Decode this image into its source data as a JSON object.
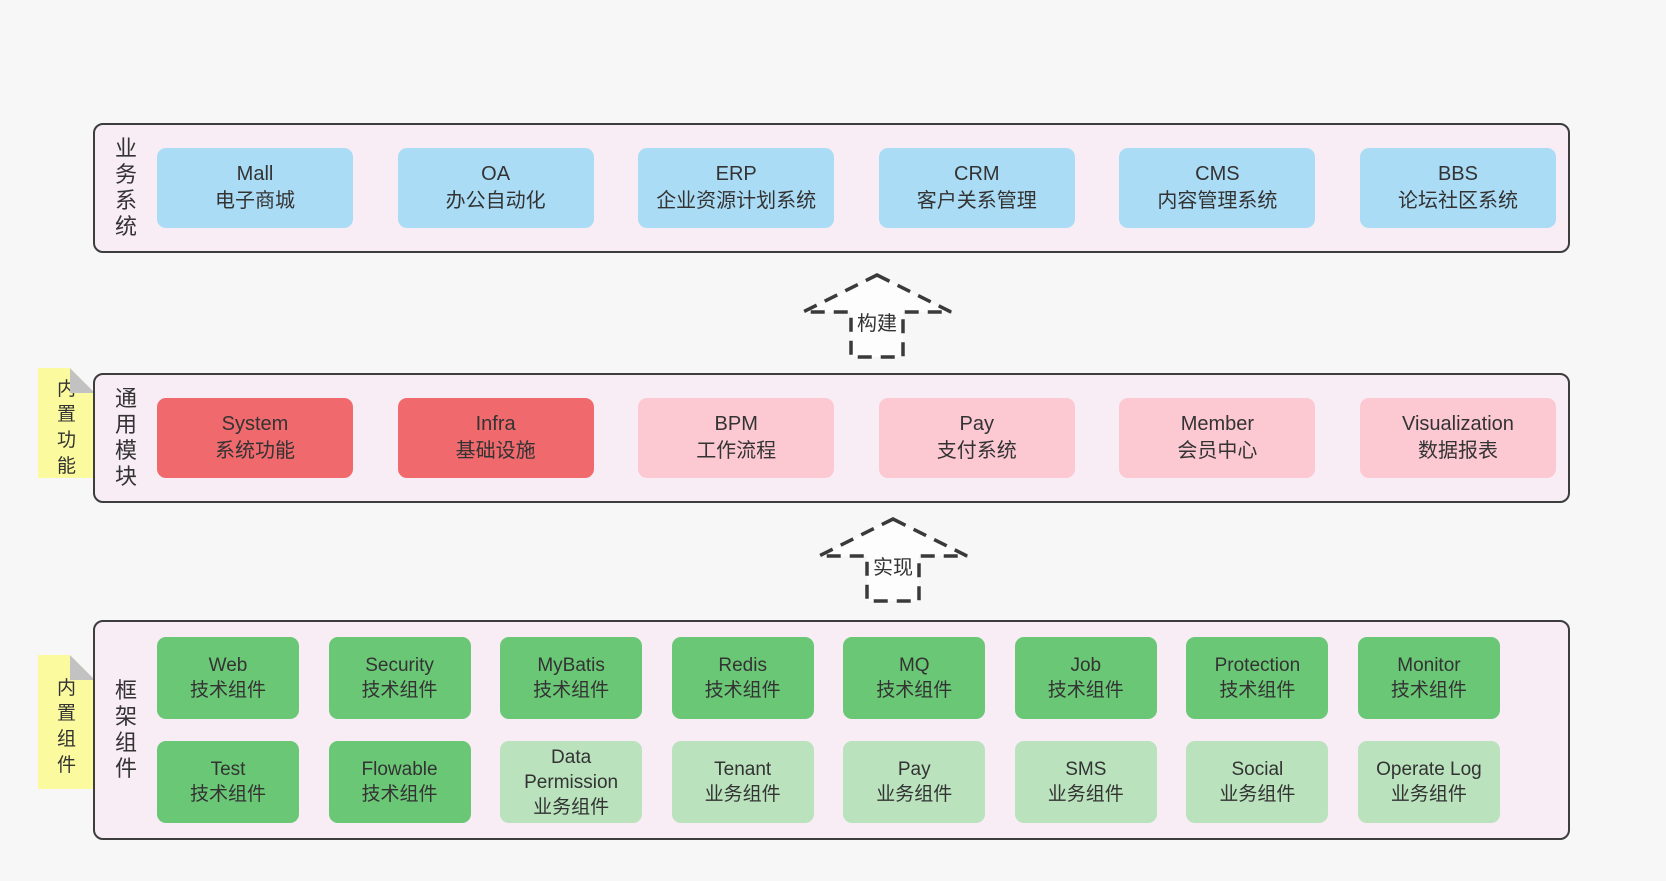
{
  "colors": {
    "page_bg": "#f7f7f7",
    "band_bg": "#f8ecf5",
    "band_border": "#3d3d3d",
    "blue_box": "#abdcf6",
    "red_box": "#ef696d",
    "pink_box": "#fcc9d3",
    "green_box": "#6ac776",
    "light_green_box": "#b9e2bd",
    "note_bg": "#fbfa9e",
    "note_fold": "#c2c2c2",
    "text": "#333333",
    "arrow_stroke": "#3a3a3a"
  },
  "business": {
    "label": "业务系统",
    "boxes": [
      {
        "title": "Mall",
        "subtitle": "电子商城"
      },
      {
        "title": "OA",
        "subtitle": "办公自动化"
      },
      {
        "title": "ERP",
        "subtitle": "企业资源计划系统"
      },
      {
        "title": "CRM",
        "subtitle": "客户关系管理"
      },
      {
        "title": "CMS",
        "subtitle": "内容管理系统"
      },
      {
        "title": "BBS",
        "subtitle": "论坛社区系统"
      }
    ]
  },
  "arrow_build": {
    "label": "构建"
  },
  "modules": {
    "label": "通用模块",
    "note": "内置功能",
    "boxes": [
      {
        "title": "System",
        "subtitle": "系统功能"
      },
      {
        "title": "Infra",
        "subtitle": "基础设施"
      },
      {
        "title": "BPM",
        "subtitle": "工作流程"
      },
      {
        "title": "Pay",
        "subtitle": "支付系统"
      },
      {
        "title": "Member",
        "subtitle": "会员中心"
      },
      {
        "title": "Visualization",
        "subtitle": "数据报表"
      }
    ]
  },
  "arrow_implement": {
    "label": "实现"
  },
  "framework": {
    "label": "框架组件",
    "note": "内置组件",
    "row1": [
      {
        "title": "Web",
        "subtitle": "技术组件"
      },
      {
        "title": "Security",
        "subtitle": "技术组件"
      },
      {
        "title": "MyBatis",
        "subtitle": "技术组件"
      },
      {
        "title": "Redis",
        "subtitle": "技术组件"
      },
      {
        "title": "MQ",
        "subtitle": "技术组件"
      },
      {
        "title": "Job",
        "subtitle": "技术组件"
      },
      {
        "title": "Protection",
        "subtitle": "技术组件"
      },
      {
        "title": "Monitor",
        "subtitle": "技术组件"
      }
    ],
    "row2": [
      {
        "title": "Test",
        "subtitle": "技术组件"
      },
      {
        "title": "Flowable",
        "subtitle": "技术组件"
      },
      {
        "title": "Data Permission",
        "subtitle": "业务组件"
      },
      {
        "title": "Tenant",
        "subtitle": "业务组件"
      },
      {
        "title": "Pay",
        "subtitle": "业务组件"
      },
      {
        "title": "SMS",
        "subtitle": "业务组件"
      },
      {
        "title": "Social",
        "subtitle": "业务组件"
      },
      {
        "title": "Operate Log",
        "subtitle": "业务组件"
      }
    ]
  }
}
